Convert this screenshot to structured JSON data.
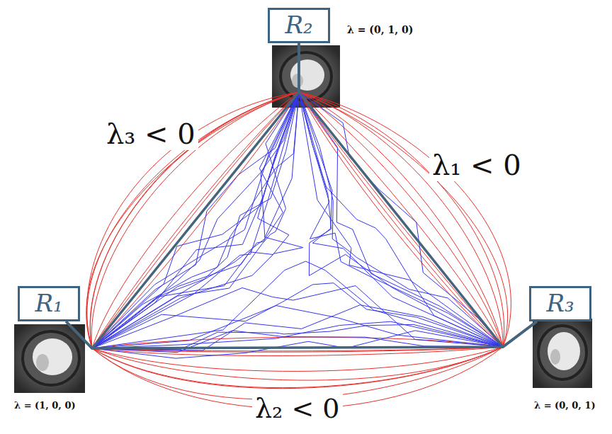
{
  "diagram": {
    "nodes": [
      {
        "text": [
          "R₂"
        ]
      },
      {
        "text": [
          "R₁"
        ]
      },
      {
        "text": [
          "R₃"
        ]
      }
    ],
    "edges": [
      {
        "from": 1,
        "to": 0,
        "arrow": "none"
      },
      {
        "from": 0,
        "to": 2,
        "arrow": "none"
      },
      {
        "from": 1,
        "to": 2,
        "arrow": "none"
      }
    ],
    "labels": [
      "λ = (0, 1, 0)",
      "λ₃ < 0",
      "λ₁ < 0",
      "λ = (1, 0, 0)",
      "λ = (0, 0, 1)",
      "λ₂ < 0"
    ]
  }
}
